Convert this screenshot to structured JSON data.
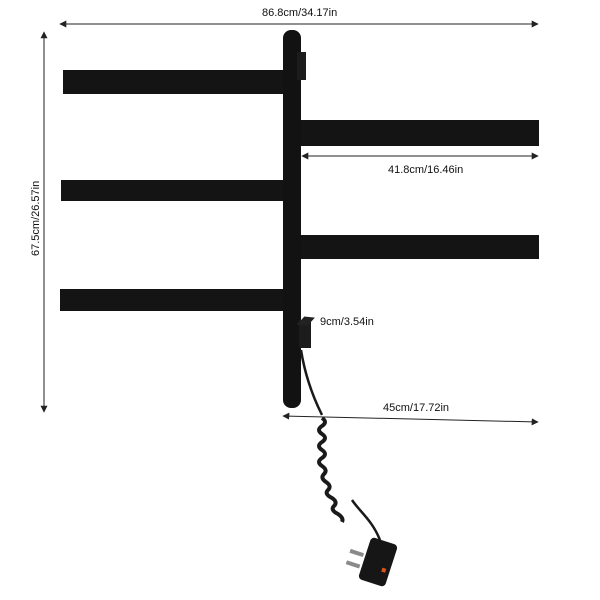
{
  "dimensions": {
    "total_width": "86.8cm/34.17in",
    "total_height": "67.5cm/26.57in",
    "arm_length": "41.8cm/16.46in",
    "depth": "9cm/3.54in",
    "span": "45cm/17.72in"
  },
  "colors": {
    "rack": "#141414",
    "rack_edge": "#2a2a2a",
    "dimension_line": "#222222",
    "plug_indicator": "#d9541a"
  }
}
